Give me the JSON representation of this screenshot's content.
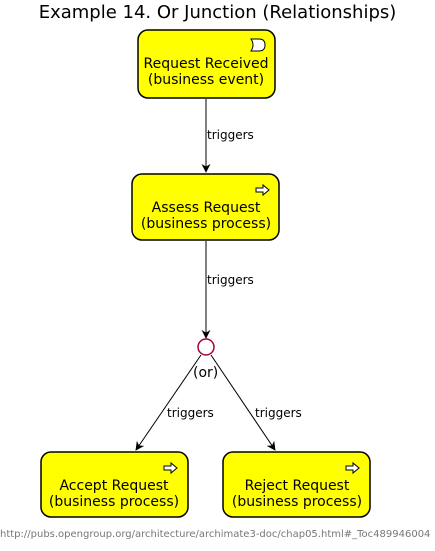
{
  "title": "Example 14. Or Junction (Relationships)",
  "colors": {
    "node_fill": "#ffff00",
    "node_stroke": "#000000",
    "junction_stroke": "#a80036",
    "edge": "#000000"
  },
  "nodes": [
    {
      "id": "request-received",
      "line1": "Request Received",
      "line2": "(business event)",
      "icon": "business-event-icon"
    },
    {
      "id": "assess-request",
      "line1": "Assess Request",
      "line2": "(business process)",
      "icon": "business-process-icon"
    },
    {
      "id": "accept-request",
      "line1": "Accept Request",
      "line2": "(business process)",
      "icon": "business-process-icon"
    },
    {
      "id": "reject-request",
      "line1": "Reject Request",
      "line2": "(business process)",
      "icon": "business-process-icon"
    }
  ],
  "junction": {
    "label": "(or)"
  },
  "edges": [
    {
      "label": "triggers"
    },
    {
      "label": "triggers"
    },
    {
      "label": "triggers"
    },
    {
      "label": "triggers"
    }
  ],
  "footer": "http://pubs.opengroup.org/architecture/archimate3-doc/chap05.html#_Toc489946004"
}
